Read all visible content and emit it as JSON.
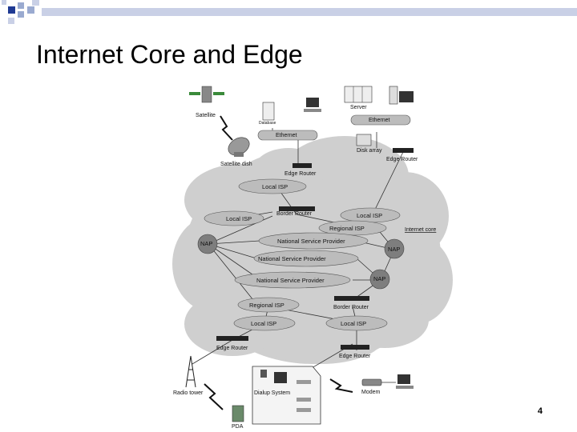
{
  "slide": {
    "title": "Internet Core and Edge",
    "page_number": "4"
  },
  "diagram": {
    "labels": {
      "satellite": "Satellite",
      "satellite_dish": "Satellite dish",
      "database": "Database",
      "ethernet_left": "Ethernet",
      "server": "Server",
      "ethernet_right": "Ethernet",
      "disk_array": "Disk array",
      "edge_router_top_right": "Edge Router",
      "edge_router_top_left": "Edge Router",
      "local_isp_top": "Local   ISP",
      "local_isp_left": "Local   ISP",
      "border_router_top": "Border Router",
      "local_isp_right": "Local   ISP",
      "regional_isp_top": "Regional   ISP",
      "internet_core": "Internet core",
      "nap_left": "NAP",
      "nsp_1": "National Service Provider",
      "nap_right": "NAP",
      "nsp_2": "National Service Provider",
      "nsp_3": "National Service Provider",
      "nap_bottom": "NAP",
      "regional_isp_bottom": "Regional   ISP",
      "border_router_bottom": "Border Router",
      "local_isp_bottom_left": "Local   ISP",
      "local_isp_bottom_right": "Local   ISP",
      "edge_router_bottom_left": "Edge Router",
      "edge_router_bottom_right": "Edge Router",
      "radio_tower": "Radio tower",
      "dialup_system": "Dialup System",
      "modem": "Modem",
      "pda": "PDA"
    }
  },
  "colors": {
    "deco_dark": "#1f3a93",
    "deco_light": "#9aaad0",
    "cloud_fill": "#cfcfcf",
    "oval_fill": "#bcbcbc",
    "nap_fill": "#7e7e7e"
  }
}
